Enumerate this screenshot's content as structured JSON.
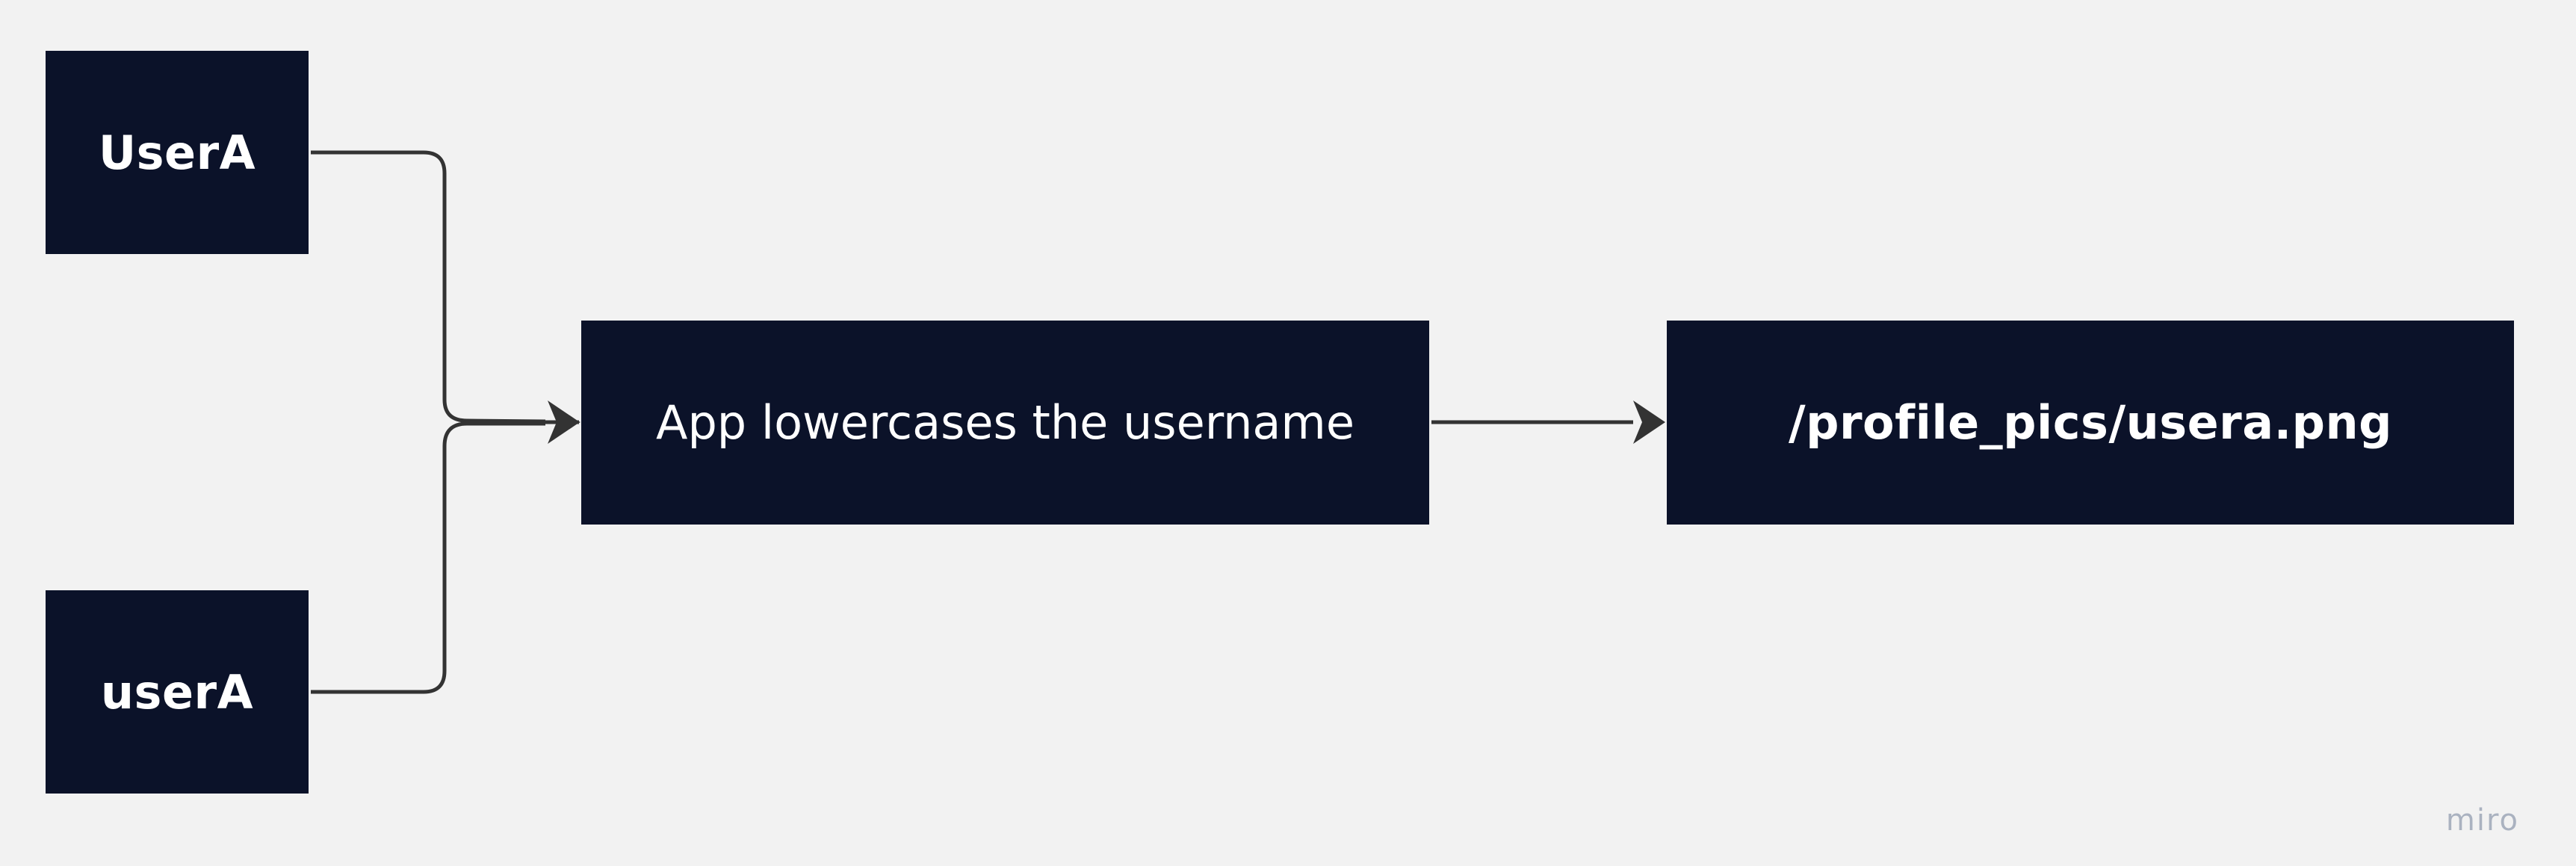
{
  "diagram": {
    "nodes": {
      "usera_upper": {
        "label": "UserA"
      },
      "usera_lower": {
        "label": "userA"
      },
      "lowercase": {
        "label": "App lowercases the username"
      },
      "path": {
        "label": "/profile_pics/usera.png"
      }
    },
    "edges": [
      {
        "from": "usera_upper",
        "to": "lowercase"
      },
      {
        "from": "usera_lower",
        "to": "lowercase"
      },
      {
        "from": "lowercase",
        "to": "path"
      }
    ]
  },
  "colors": {
    "background": "#f2f2f2",
    "node_fill": "#0b1229",
    "node_text": "#ffffff",
    "connector": "#333333",
    "watermark": "#aab2c0"
  },
  "branding": {
    "watermark": "miro"
  }
}
